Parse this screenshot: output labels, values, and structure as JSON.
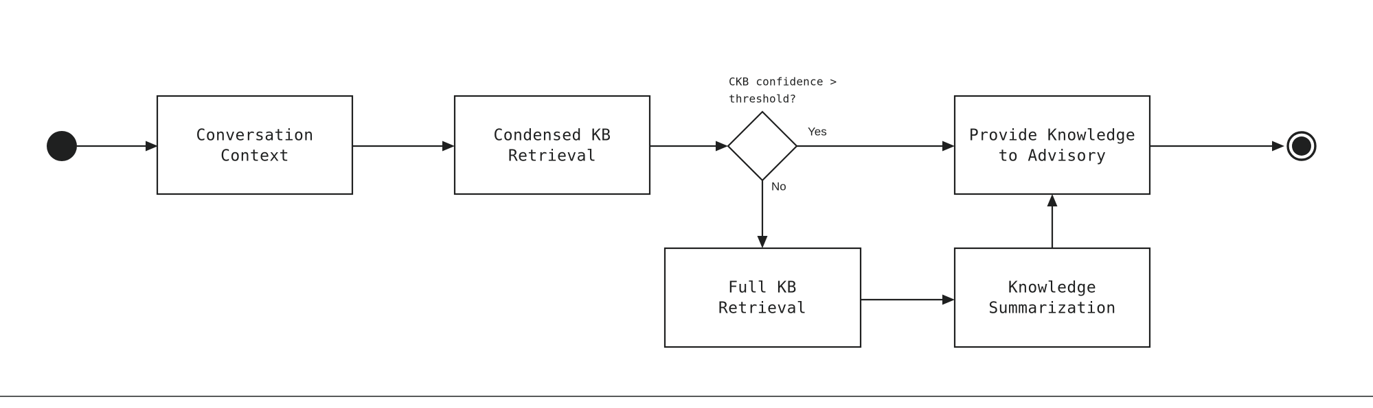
{
  "diagram": {
    "type": "uml-activity-flowchart",
    "orientation": "left-to-right",
    "background_color": "#ffffff",
    "line_color": "#1f2020",
    "nodes": {
      "start": {
        "kind": "initial-node",
        "label": ""
      },
      "conversation_context": {
        "kind": "activity",
        "line1": "Conversation",
        "line2": "Context"
      },
      "condensed_kb_retrieval": {
        "kind": "activity",
        "line1": "Condensed KB",
        "line2": "Retrieval"
      },
      "decision": {
        "kind": "decision",
        "line1": "CKB confidence >",
        "line2": "threshold?"
      },
      "provide_knowledge": {
        "kind": "activity",
        "line1": "Provide Knowledge",
        "line2": "to Advisory"
      },
      "full_kb_retrieval": {
        "kind": "activity",
        "line1": "Full KB",
        "line2": "Retrieval"
      },
      "knowledge_summarization": {
        "kind": "activity",
        "line1": "Knowledge",
        "line2": "Summarization"
      },
      "end": {
        "kind": "final-node",
        "label": ""
      }
    },
    "edges": {
      "yes_label": "Yes",
      "no_label": "No"
    }
  }
}
